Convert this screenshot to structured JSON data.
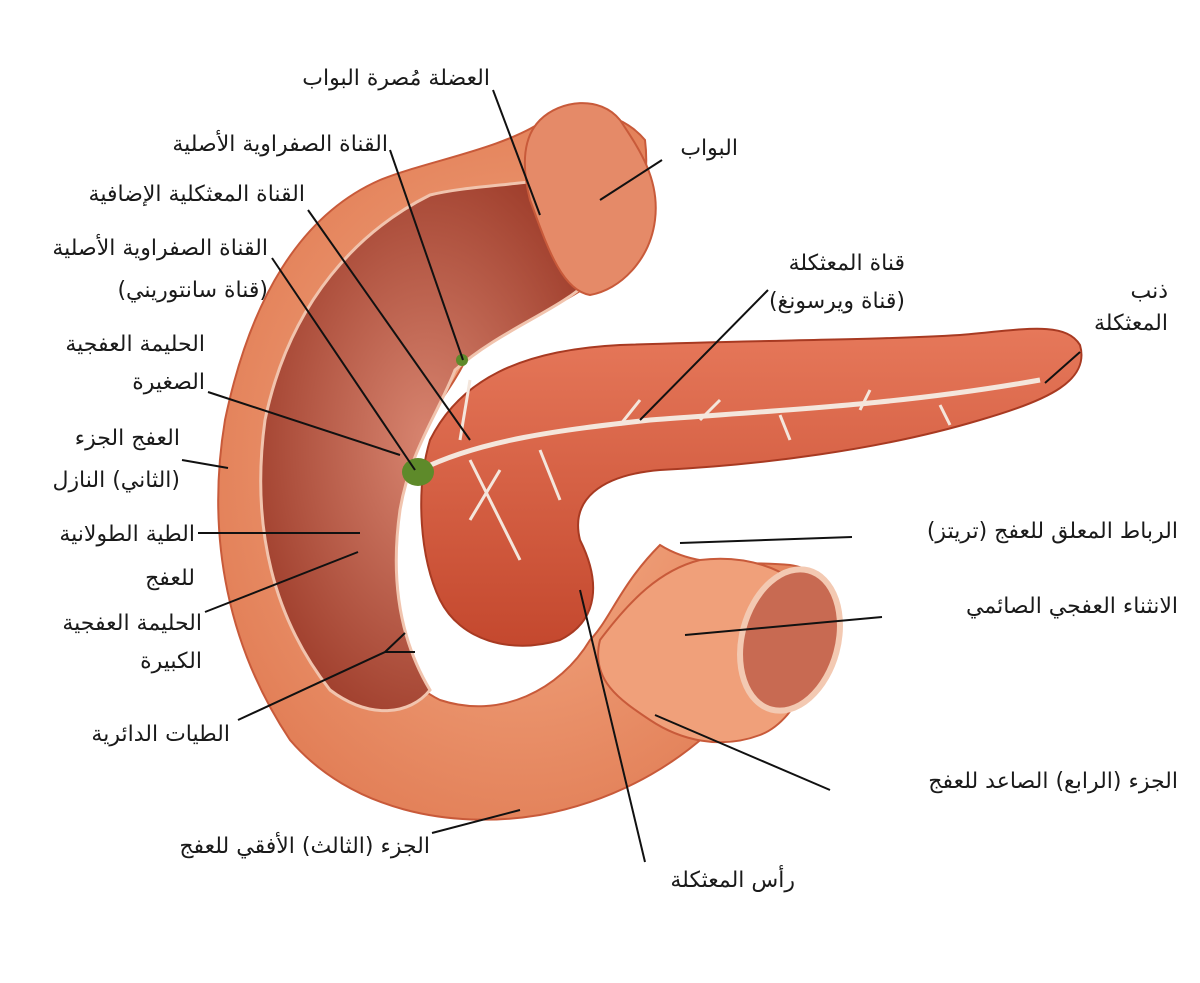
{
  "labels": {
    "pyloric_sphincter": [
      "العضلة مُصرة البواب"
    ],
    "pylorus": [
      "البواب"
    ],
    "common_bile_duct": [
      "القناة الصفراوية الأصلية"
    ],
    "accessory_pancreatic_duct": [
      "القناة المعثكلية الإضافية"
    ],
    "santorini_duct": [
      "القناة الصفراوية الأصلية",
      "(قناة سانتوريني)"
    ],
    "minor_papilla": [
      "الحليمة العفجية",
      "الصغيرة"
    ],
    "descending_duodenum": [
      "العفج الجزء",
      "(الثاني) النازل"
    ],
    "longitudinal_fold": [
      "الطية الطولانية",
      "للعفج"
    ],
    "major_papilla": [
      "الحليمة العفجية",
      "الكبيرة"
    ],
    "circular_folds": [
      "الطيات الدائرية"
    ],
    "horizontal_duodenum": [
      "الجزء (الثالث) الأفقي للعفج"
    ],
    "pancreas_head": [
      "رأس المعثكلة"
    ],
    "ascending_duodenum": [
      "الجزء (الرابع) الصاعد للعفج"
    ],
    "duodenojejunal_flexure": [
      "الانثناء العفجي الصائمي"
    ],
    "treitz_ligament": [
      "الرباط المعلق للعفج (تريتز)"
    ],
    "pancreas_tail": [
      "ذنب",
      "المعثكلة"
    ],
    "wirsung_duct": [
      "قناة المعثكلة",
      "(قناة ويرسونغ)"
    ]
  },
  "colors": {
    "duodenum_outer": "#f0946a",
    "duodenum_inner": "#b8503a",
    "pancreas": "#d8603f",
    "duct": "#f4e6dc",
    "papilla": "#5e8a2a",
    "leader": "#111111"
  }
}
